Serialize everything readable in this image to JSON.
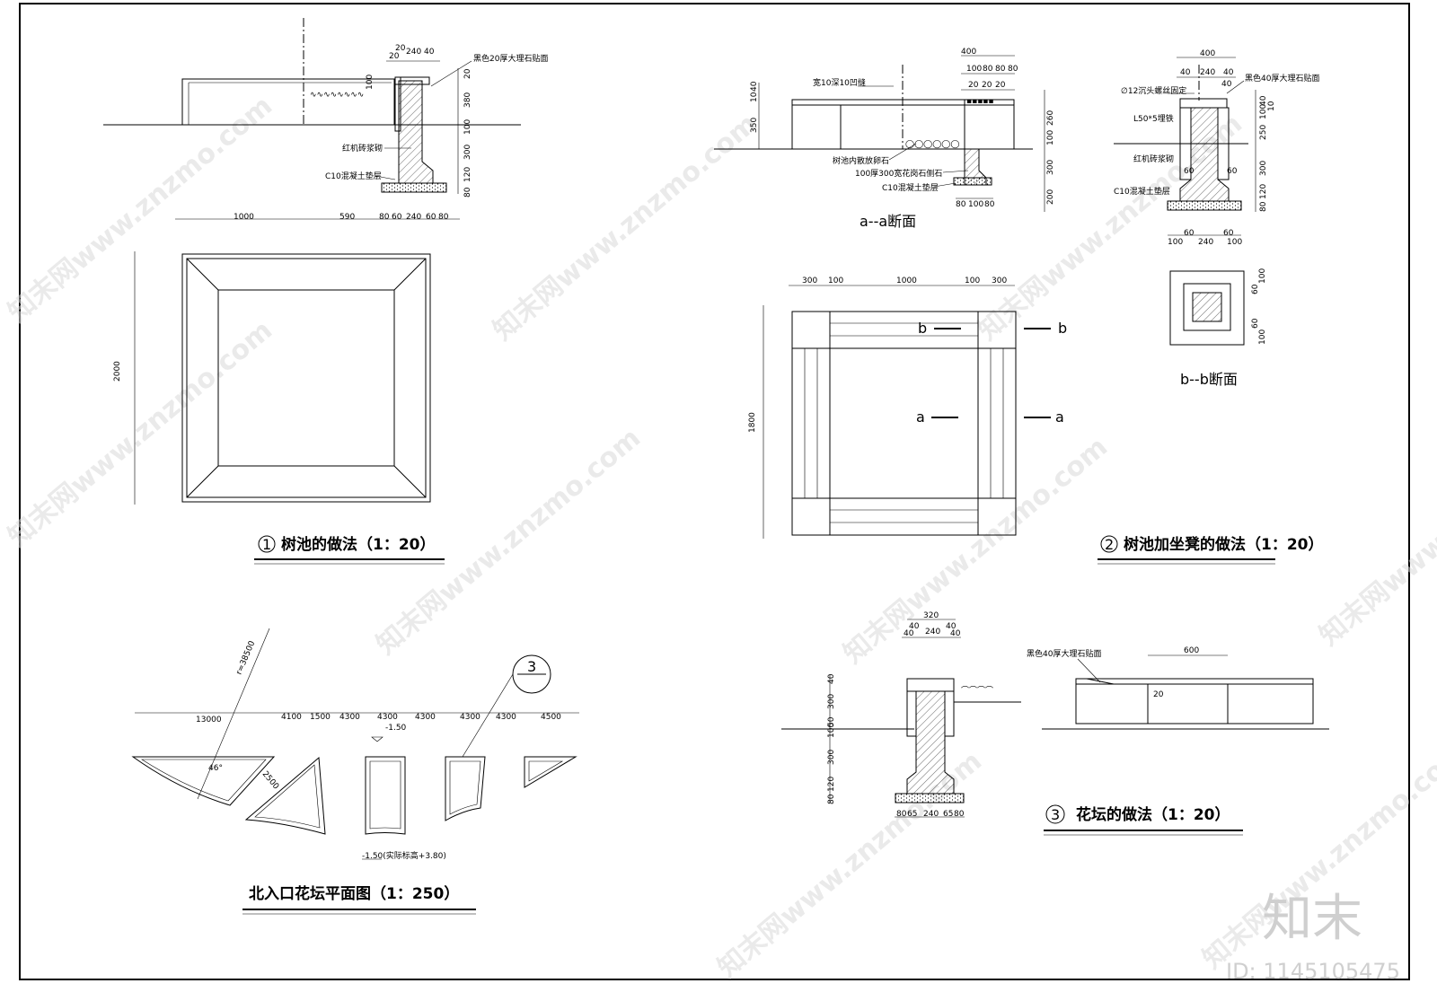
{
  "sheet": {
    "watermark_text": "知末网www.znzmo.com",
    "brand_logo": "知末",
    "brand_id": "ID: 1145105475"
  },
  "detail1": {
    "title_num": "1",
    "title": "树池的做法（1：20）",
    "labels": {
      "marble": "黑色20厚大理石贴面",
      "brick": "红机砖浆砌",
      "concrete": "C10混凝土垫层"
    },
    "top_dims": [
      "20",
      "20",
      "240",
      "40"
    ],
    "right_dims": [
      "20",
      "380",
      "100",
      "300",
      "120",
      "80"
    ],
    "inner_dim": "100",
    "plan_dims": [
      "1000",
      "590",
      "80",
      "60",
      "240",
      "60",
      "80"
    ],
    "plan_height": "2000"
  },
  "detail2": {
    "title_num": "2",
    "title": "树池加坐凳的做法（1：20）",
    "section_aa": {
      "title": "a--a断面",
      "labels": {
        "groove": "宽10深10凹缝",
        "pebble": "树池内散放卵石",
        "curb": "100厚300宽花岗石侧石",
        "concrete": "C10混凝土垫层"
      },
      "top_dims": [
        "400",
        "100",
        "80",
        "80",
        "80",
        "20",
        "20",
        "20"
      ],
      "left_dims": [
        "10",
        "40",
        "350"
      ],
      "right_dims": [
        "260",
        "100",
        "300",
        "200"
      ],
      "bottom_dims": [
        "80",
        "100",
        "80"
      ]
    },
    "section_bb": {
      "title": "b--b断面",
      "labels": {
        "bolt": "∅12沉头螺丝固定",
        "angle": "L50*5埋铁",
        "marble": "黑色40厚大理石贴面",
        "brick": "红机砖浆砌",
        "concrete": "C10混凝土垫层"
      },
      "top_dims": [
        "400",
        "40",
        "240",
        "40",
        "40"
      ],
      "right_dims": [
        "40",
        "10",
        "100",
        "250",
        "300",
        "120",
        "80"
      ],
      "side_dims": [
        "60",
        "60"
      ],
      "bottom_dims": [
        "60",
        "60",
        "100",
        "240",
        "100"
      ],
      "plan_dims": [
        "100",
        "60",
        "60",
        "100"
      ]
    },
    "plan": {
      "top_dims": [
        "300",
        "100",
        "1000",
        "100",
        "300"
      ],
      "height": "1800",
      "cut_a": "a",
      "cut_b": "b"
    }
  },
  "detail3": {
    "title_num": "3",
    "title": "花坛的做法（1：20）",
    "labels": {
      "marble": "黑色40厚大理石贴面"
    },
    "top_dims": [
      "320",
      "40",
      "240",
      "40",
      "40",
      "40"
    ],
    "left_dims": [
      "40",
      "300",
      "50",
      "100",
      "300",
      "120",
      "80"
    ],
    "bottom_dims": [
      "80",
      "65",
      "240",
      "65",
      "80"
    ],
    "elev_dims": [
      "600",
      "20"
    ]
  },
  "plan_north": {
    "title": "北入口花坛平面图（1：250）",
    "radius": "r=38500",
    "dims": [
      "13000",
      "4100",
      "1500",
      "4300",
      "4300",
      "4300",
      "4300",
      "4300",
      "4500"
    ],
    "elevation": "-1.50",
    "elevation_note": "-1.50(实际标高+3.80)",
    "angle": "46°",
    "width": "2500",
    "callout_num": "3"
  }
}
